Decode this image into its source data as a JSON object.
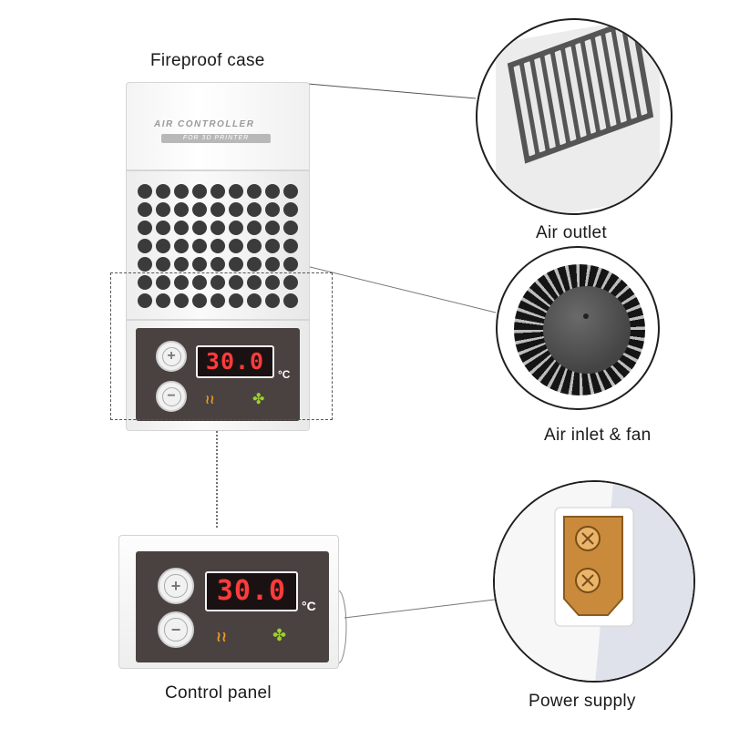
{
  "labels": {
    "fireproof_case": "Fireproof case",
    "air_outlet": "Air outlet",
    "air_inlet_fan": "Air inlet & fan",
    "control_panel": "Control panel",
    "power_supply": "Power supply"
  },
  "device": {
    "brand": "AIR CONTROLLER",
    "brand_sub": "FOR 3D PRINTER",
    "display_value": "30.0",
    "unit": "°C",
    "plus_symbol": "+",
    "minus_symbol": "−",
    "heat_symbol": "≀≀",
    "fan_symbol": "✤"
  },
  "colors": {
    "display_text": "#ff3b3b",
    "panel": "#4a4241",
    "heat_icon": "#f39a1e",
    "fan_icon": "#9bd12a"
  }
}
